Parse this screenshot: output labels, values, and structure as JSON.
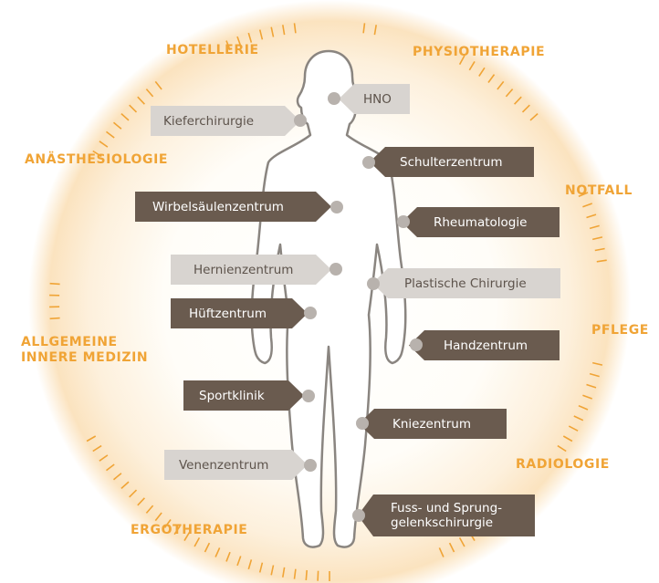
{
  "colors": {
    "accent": "#f0a436",
    "dark_tag": "#6a5b4f",
    "light_tag": "#d8d4d0",
    "body_outline": "#8a8580"
  },
  "outer_labels": {
    "hotellerie": "HOTELLERIE",
    "physiotherapie": "PHYSIOTHERAPIE",
    "anaesthesiologie": "ANÄSTHESIOLOGIE",
    "notfall": "NOTFALL",
    "innere_line1": "ALLGEMEINE",
    "innere_line2": "INNERE MEDIZIN",
    "pflege": "PFLEGE",
    "radiologie": "RADIOLOGIE",
    "ergotherapie": "ERGOTHERAPIE"
  },
  "tags": {
    "hno": "HNO",
    "kieferchirurgie": "Kieferchirurgie",
    "schulterzentrum": "Schulterzentrum",
    "wirbelsaeulenzentrum": "Wirbelsäulenzentrum",
    "rheumatologie": "Rheumatologie",
    "hernienzentrum": "Hernienzentrum",
    "plastische_chirurgie": "Plastische Chirurgie",
    "hueftzentrum": "Hüftzentrum",
    "handzentrum": "Handzentrum",
    "sportklinik": "Sportklinik",
    "kniezentrum": "Kniezentrum",
    "venenzentrum": "Venenzentrum",
    "fuss_line1": "Fuss- und Sprung-",
    "fuss_line2": "gelenkschirurgie"
  }
}
